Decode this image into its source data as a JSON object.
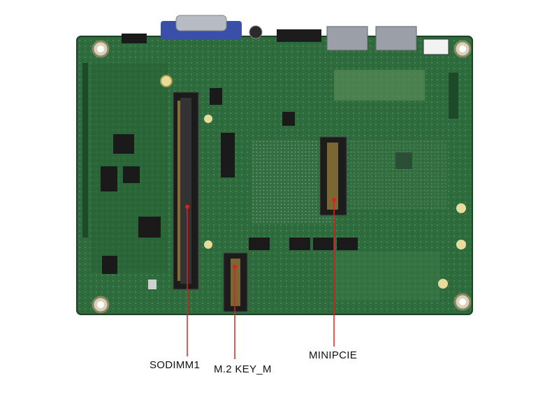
{
  "diagram": {
    "callouts": [
      {
        "id": "sodimm1",
        "label": "SODIMM1"
      },
      {
        "id": "m2",
        "label": "M.2 KEY_M"
      },
      {
        "id": "minipcie",
        "label": "MINIPCIE"
      }
    ],
    "colors": {
      "board": "#2e6b3d",
      "board_dark": "#1f4e2b",
      "board_light": "#4f8e5a",
      "connector": "#1c1c1c",
      "callout_line": "#e0201c",
      "gold": "#c9a548",
      "vga_blue": "#3a50a8"
    }
  }
}
